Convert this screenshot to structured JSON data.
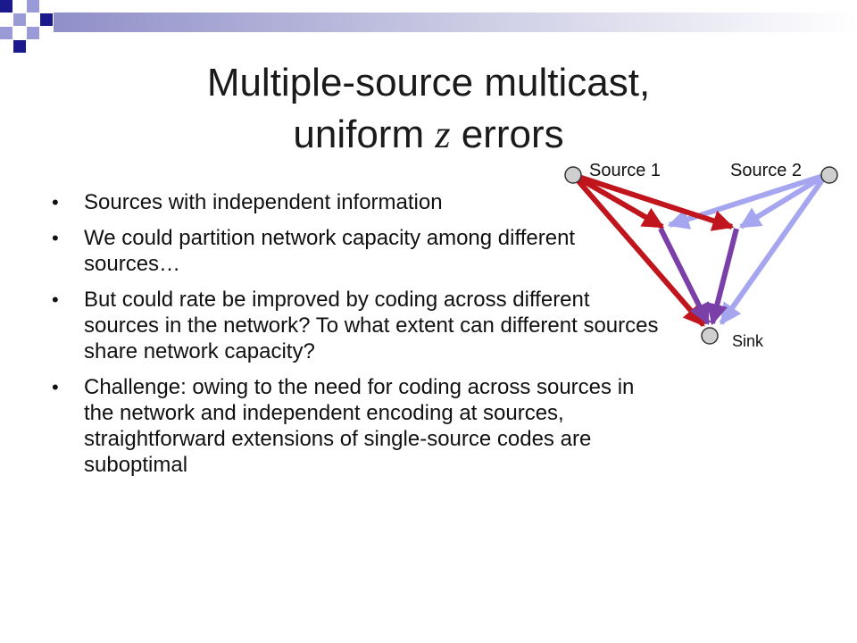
{
  "slide": {
    "title_line1": "Multiple-source multicast,",
    "title_line2_pre": "uniform ",
    "title_var": "z",
    "title_line2_post": " errors"
  },
  "bullets": [
    "Sources with independent information",
    "We could partition network capacity among different sources…",
    "But could rate be improved by coding across different sources in the network? To what extent can different sources share network capacity?",
    "Challenge: owing to the need for coding across sources in the network and independent encoding at sources, straightforward extensions of single-source codes are suboptimal"
  ],
  "diagram": {
    "source1_label": "Source 1",
    "source2_label": "Source 2",
    "sink_label": "Sink",
    "colors": {
      "source1_edges": "#c0151c",
      "source2_edges": "#a6a6f0",
      "mixed_edges": "#7b3fa8",
      "node_fill": "#cfcfcf"
    }
  },
  "theme": {
    "accent_dark": "#1a1a8c",
    "accent_light": "#9a9ad6"
  }
}
